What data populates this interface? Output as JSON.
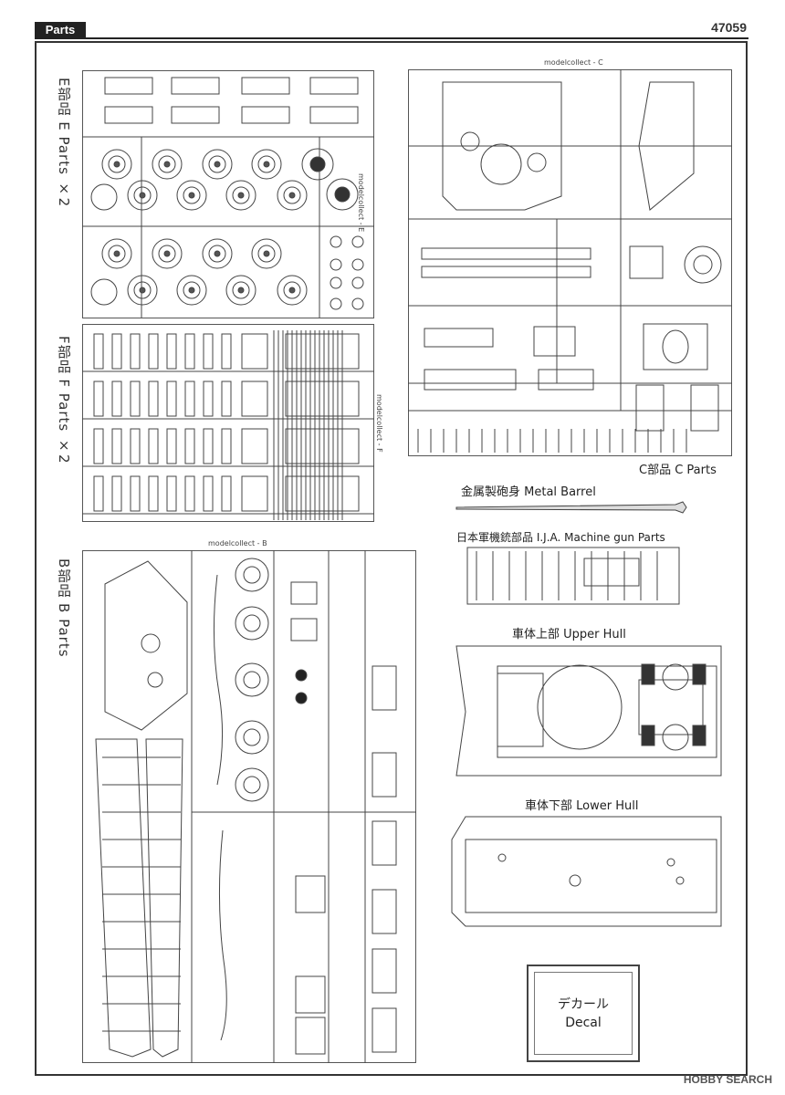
{
  "header": {
    "section": "Parts",
    "code": "47059"
  },
  "sprues": {
    "E": {
      "label": "E部品 E Parts ×2",
      "tag": "modelcollect - E"
    },
    "F": {
      "label": "F部品 F Parts ×2",
      "tag": "modelcollect - F"
    },
    "C": {
      "label": "C部品 C Parts",
      "tag": "modelcollect - C"
    },
    "B": {
      "label": "B部品 B Parts",
      "tag": "modelcollect - B"
    }
  },
  "components": {
    "metal_barrel": "金属製砲身 Metal Barrel",
    "mg_parts": "日本軍機銃部品 I.J.A. Machine gun Parts",
    "upper_hull": "車体上部 Upper Hull",
    "lower_hull": "車体下部 Lower Hull"
  },
  "decal": {
    "line1": "デカール",
    "line2": "Decal"
  },
  "watermark": "HOBBY SEARCH"
}
